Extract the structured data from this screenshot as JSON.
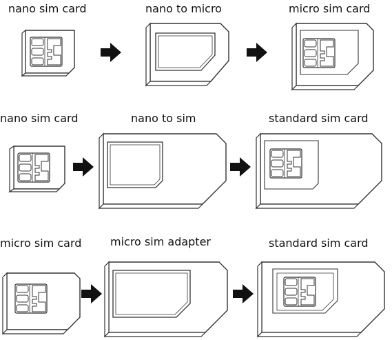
{
  "rows": [
    {
      "left_label": "nano sim card",
      "middle_label": "nano to micro",
      "right_label": "micro sim card"
    },
    {
      "left_label": "nano sim card",
      "middle_label": "nano to sim",
      "right_label": "standard sim card"
    },
    {
      "left_label": "micro sim card",
      "middle_label": "micro sim adapter",
      "right_label": "standard sim card"
    }
  ],
  "colors": {
    "line": "#333333",
    "arrow": "#111111",
    "background": "#ffffff"
  }
}
